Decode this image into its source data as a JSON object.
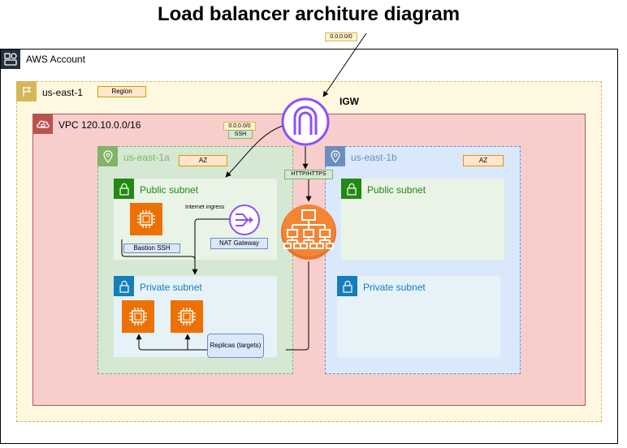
{
  "title": "Load balancer architure diagram",
  "account": {
    "label": "AWS Account"
  },
  "region": {
    "label": "us-east-1",
    "tag": "Region"
  },
  "vpc": {
    "label": "VPC 120.10.0.0/16"
  },
  "igw": {
    "label": "IGW",
    "cidr_tag": "0.0.0.0/0"
  },
  "ssh_tag": {
    "cidr": "0.0.0.0/0",
    "proto": "SSH"
  },
  "http_tag": "HTTP/HTTPS",
  "az_a": {
    "label": "us-east-1a",
    "tag": "AZ"
  },
  "az_b": {
    "label": "us-east-1b",
    "tag": "AZ"
  },
  "subnets": {
    "public_a": "Public subnet",
    "private_a": "Private subnet",
    "public_b": "Public subnet",
    "private_b": "Private subnet"
  },
  "bastion_tag": "Bastion SSH",
  "nat": {
    "label": "NAT Gateway",
    "ingress": "Internet ingress"
  },
  "replicas_label": "Replicas (targets)",
  "colors": {
    "account_border": "#000000",
    "region_fill": "#fff8e1",
    "region_border": "#d6b656",
    "vpc_fill": "#f8cecc",
    "vpc_border": "#b85450",
    "az_a_fill": "#d5e8d4",
    "az_a_border": "#82b366",
    "az_b_fill": "#dae8fc",
    "az_b_border": "#6c8ebf",
    "public_green": "#248814",
    "private_blue": "#147eba",
    "ec2_orange": "#ed7100",
    "igw_purple": "#8c4fff",
    "elb_orange": "#f58534"
  }
}
